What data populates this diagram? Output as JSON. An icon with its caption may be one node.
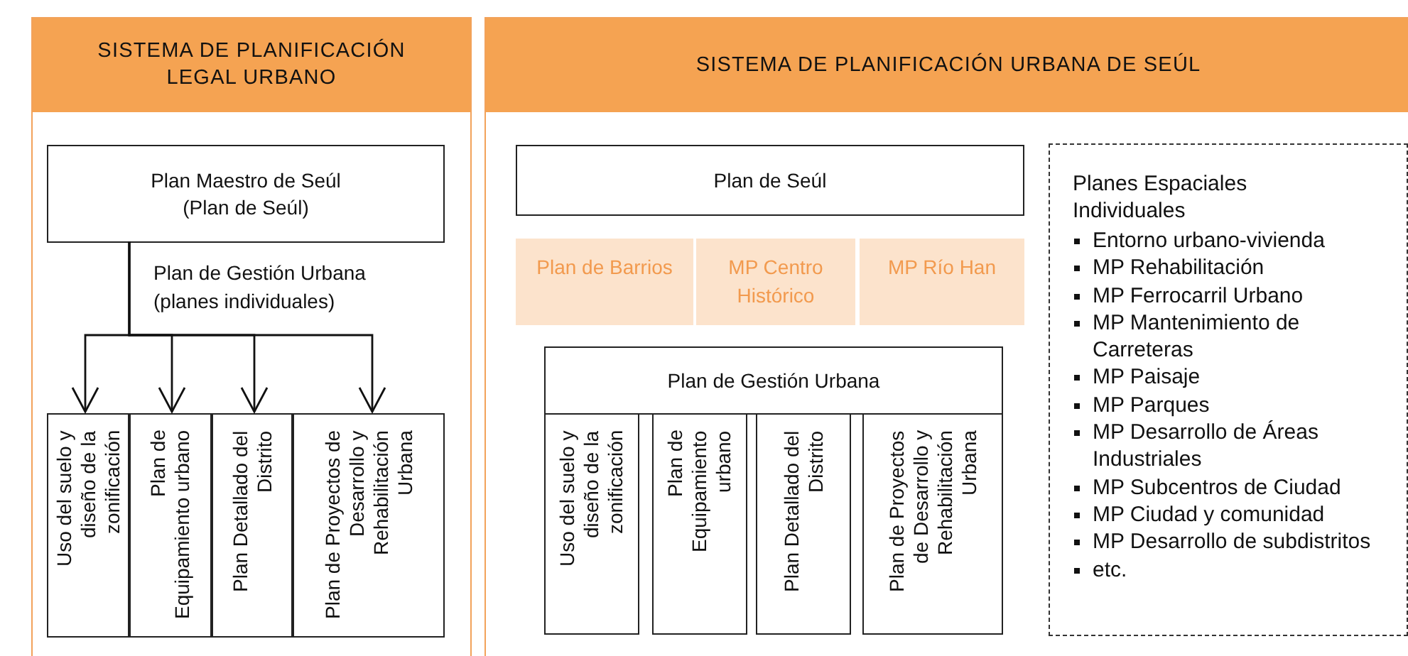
{
  "diagram": {
    "nodes": [
      {
        "text": [
          "SISTEMA DE PLANIFICACIÓN LEGAL URBANO"
        ]
      },
      {
        "text": [
          "Plan Maestro de Seúl (Plan de Seúl)"
        ],
        "in": 0
      },
      {
        "text": [
          "Uso del suelo y diseño de la zonificación"
        ],
        "in": 0
      },
      {
        "text": [
          "Plan de Equipamiento urbano"
        ],
        "in": 0
      },
      {
        "text": [
          "Plan Detallado del Distrito"
        ],
        "in": 0
      },
      {
        "text": [
          "Plan de Proyectos de Desarrollo y Rehabilitación Urbana"
        ],
        "in": 0
      },
      {
        "text": [
          "SISTEMA DE PLANIFICACIÓN URBANA DE SEÚL"
        ]
      },
      {
        "text": [
          "Plan de Seúl"
        ],
        "in": 6
      },
      {
        "text": [
          "Plan de Barrios"
        ],
        "in": 6
      },
      {
        "text": [
          "MP Centro Histórico"
        ],
        "in": 6
      },
      {
        "text": [
          "MP Río Han"
        ],
        "in": 6
      },
      {
        "text": [
          "Plan de Gestión Urbana"
        ],
        "in": 6
      },
      {
        "text": [
          "Uso del suelo y diseño de la zonificación"
        ],
        "in": 6
      },
      {
        "text": [
          "Plan de Equipamiento urbano"
        ],
        "in": 6
      },
      {
        "text": [
          "Plan Detallado del Distrito"
        ],
        "in": 6
      },
      {
        "text": [
          "Plan de Proyectos de Desarrollo y Rehabilitación Urbana"
        ],
        "in": 6
      },
      {
        "text": [
          "Planes Espaciales Individuales",
          "Entorno urbano-vivienda",
          "MP Rehabilitación",
          "MP Ferrocarril Urbano",
          "MP Mantenimiento de Carreteras",
          "MP Paisaje",
          "MP Parques",
          "MP Desarrollo de Áreas Industriales",
          "MP Subcentros de Ciudad",
          "MP Ciudad y comunidad",
          "MP Desarrollo de subdistritos",
          "etc."
        ],
        "in": 6
      }
    ],
    "edges": [
      {
        "from": 1,
        "to": 2,
        "arrow": "to"
      },
      {
        "from": 1,
        "to": 3,
        "arrow": "to"
      },
      {
        "from": 1,
        "to": 4,
        "arrow": "to"
      },
      {
        "from": 1,
        "to": 5,
        "arrow": "to"
      }
    ],
    "labels": [
      "Plan de Gestión Urbana (planes individuales)"
    ]
  }
}
